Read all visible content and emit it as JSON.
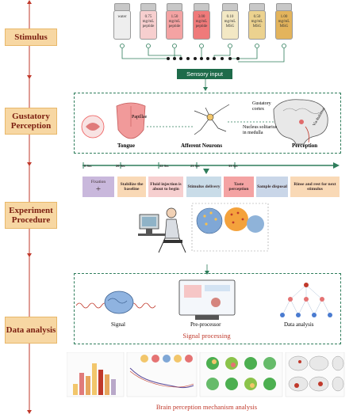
{
  "stages": [
    {
      "label": "Stimulus"
    },
    {
      "label": "Gustatory Perception"
    },
    {
      "label": "Experiment Procedure"
    },
    {
      "label": "Data analysis"
    }
  ],
  "bottles": [
    {
      "label": "water",
      "color": "#eeeeee"
    },
    {
      "label": "0.75 mg/mL peptide",
      "color": "#f7cfcf"
    },
    {
      "label": "1.50 mg/mL peptide",
      "color": "#f4a3a3"
    },
    {
      "label": "3.00 mg/mL peptide",
      "color": "#ef7a7a"
    },
    {
      "label": "0.10 mg/mL MSG",
      "color": "#f3e8c4"
    },
    {
      "label": "0.50 mg/mL MSG",
      "color": "#ecd28f"
    },
    {
      "label": "1.00 mg/mL MSG",
      "color": "#e3b45c"
    }
  ],
  "sensory_input": "Sensory input",
  "gustatory": {
    "tongue": "Tongue",
    "papillae": "Papillae",
    "afferent": "Afferent Neurons",
    "perception": "Perception",
    "cortex": "Gustatory cortex",
    "nucleus": "Nucleus solitarius in medulla",
    "via": "Via thalamus"
  },
  "timeline": {
    "ticks": [
      "0 Sec",
      "20 Sec",
      "22 Sec",
      "23 Sec",
      "33 Sec"
    ],
    "steps": [
      {
        "label": "Fixation",
        "color": "#c9b8dc"
      },
      {
        "label": "Stabilize the baseline",
        "color": "#f9d9b6"
      },
      {
        "label": "Fluid injection is about to begin",
        "color": "#f6cfcf"
      },
      {
        "label": "Stimulus delivery",
        "color": "#c9dce8"
      },
      {
        "label": "Taste perception",
        "color": "#f4a3a3"
      },
      {
        "label": "Sample disposal",
        "color": "#c9d6e8"
      },
      {
        "label": "Rinse and rest for next stimulus",
        "color": "#f9d9b6"
      }
    ],
    "fixation_symbol": "+"
  },
  "analysis": {
    "signal": "Signal",
    "preprocessor": "Pre-processor",
    "data_analysis": "Data analysis",
    "signal_processing": "Signal processing",
    "brain_mechanism": "Brain perception mechanism analysis"
  },
  "colors": {
    "stage_bg": "#f7d7a3",
    "stage_text": "#7b1e10",
    "green": "#2e7d5b",
    "red_axis": "#c0392b",
    "sensory_bg": "#1e6b4a"
  }
}
